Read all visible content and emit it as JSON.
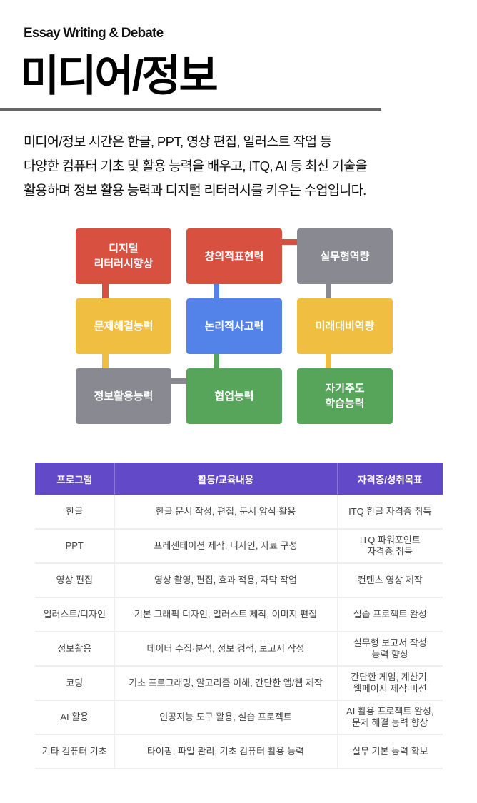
{
  "header": {
    "subtitle": "Essay Writing & Debate",
    "title": "미디어/정보"
  },
  "description": [
    "미디어/정보 시간은 한글, PPT, 영상 편집, 일러스트 작업 등",
    "다양한 컴퓨터 기초 및 활용 능력을 배우고, ITQ, AI 등 최신 기술을",
    "활용하며 정보 활용 능력과 디지털 리터러시를 키우는 수업입니다."
  ],
  "skills": [
    {
      "label": "디지털\n리터러시향상",
      "color": "#D85140"
    },
    {
      "label": "창의적표현력",
      "color": "#D85140"
    },
    {
      "label": "실무형역량",
      "color": "#898A91"
    },
    {
      "label": "문제해결능력",
      "color": "#F0BE40"
    },
    {
      "label": "논리적사고력",
      "color": "#5383E8"
    },
    {
      "label": "미래대비역량",
      "color": "#F0BE40"
    },
    {
      "label": "정보활용능력",
      "color": "#898A91"
    },
    {
      "label": "협업능력",
      "color": "#57A55B"
    },
    {
      "label": "자기주도\n학습능력",
      "color": "#57A55B"
    }
  ],
  "table": {
    "headers": [
      "프로그램",
      "활동/교육내용",
      "자격증/성취목표"
    ],
    "rows": [
      [
        "한글",
        "한글 문서 작성, 편집, 문서 양식 활용",
        "ITQ 한글 자격증 취득"
      ],
      [
        "PPT",
        "프레젠테이션 제작, 디자인, 자료 구성",
        "ITQ 파워포인트\n자격증 취득"
      ],
      [
        "영상 편집",
        "영상 촬영, 편집, 효과 적용, 자막 작업",
        "컨텐츠 영상 제작"
      ],
      [
        "일러스트/디자인",
        "기본 그래픽 디자인, 일러스트 제작, 이미지 편집",
        "실습 프로젝트 완성"
      ],
      [
        "정보활용",
        "데이터 수집·분석, 정보 검색, 보고서 작성",
        "실무형 보고서 작성\n능력 향상"
      ],
      [
        "코딩",
        "기초 프로그래밍, 알고리즘 이해, 간단한 앱/웹 제작",
        "간단한 게임, 계산기,\n웹페이지 제작 미션"
      ],
      [
        "AI 활용",
        "인공지능 도구 활용, 실습 프로젝트",
        "AI 활용 프로젝트 완성,\n문제 해결 능력 향상"
      ],
      [
        "기타 컴퓨터 기초",
        "타이핑, 파일 관리, 기초 컴퓨터 활용 능력",
        "실무 기본 능력 확보"
      ]
    ]
  }
}
